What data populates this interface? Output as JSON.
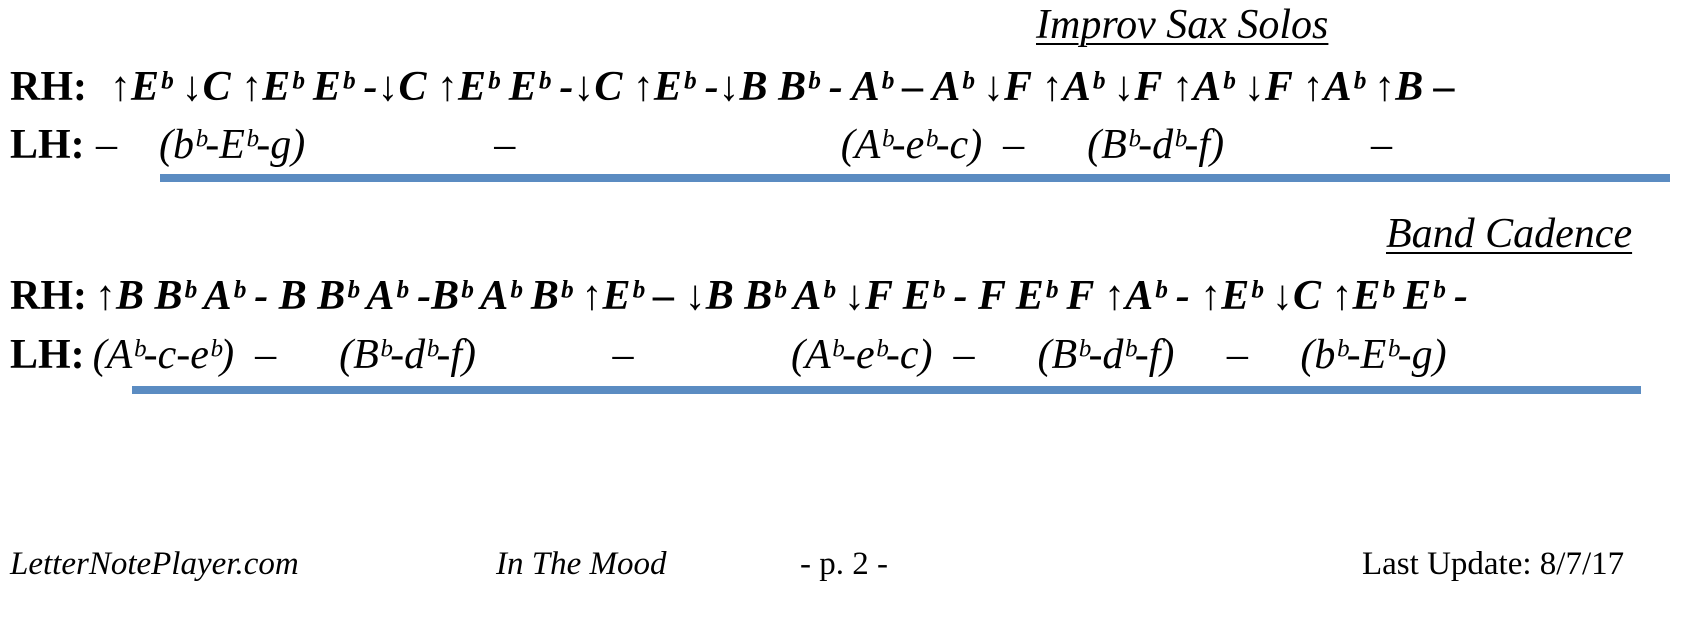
{
  "sections": [
    {
      "heading": "Improv Sax Solos",
      "rh_label": "RH:",
      "rh": "↑Eᵇ ↓C ↑Eᵇ Eᵇ -↓C ↑Eᵇ Eᵇ -↓C ↑Eᵇ -↓B Bᵇ - Aᵇ – Aᵇ ↓F ↑Aᵇ ↓F ↑Aᵇ ↓F ↑Aᵇ ↑B –",
      "lh_label": "LH:",
      "lh": "–    (bᵇ-Eᵇ-g)                  –                               (Aᵇ-eᵇ-c)  –      (Bᵇ-dᵇ-f)              –"
    },
    {
      "heading": "Band Cadence",
      "rh_label": "RH:",
      "rh": "↑B Bᵇ Aᵇ - B Bᵇ Aᵇ -Bᵇ Aᵇ Bᵇ ↑Eᵇ – ↓B Bᵇ Aᵇ ↓F Eᵇ - F Eᵇ F ↑Aᵇ - ↑Eᵇ ↓C ↑Eᵇ Eᵇ -",
      "lh_label": "LH:",
      "lh": "(Aᵇ-c-eᵇ)  –      (Bᵇ-dᵇ-f)             –               (Aᵇ-eᵇ-c)  –      (Bᵇ-dᵇ-f)     –     (bᵇ-Eᵇ-g)"
    }
  ],
  "footer": {
    "site": "LetterNotePlayer.com",
    "title": "In The Mood",
    "page": "-  p.   2 -",
    "update": "Last Update: 8/7/17"
  },
  "colors": {
    "rule": "#5b8cc2",
    "text": "#000000"
  }
}
